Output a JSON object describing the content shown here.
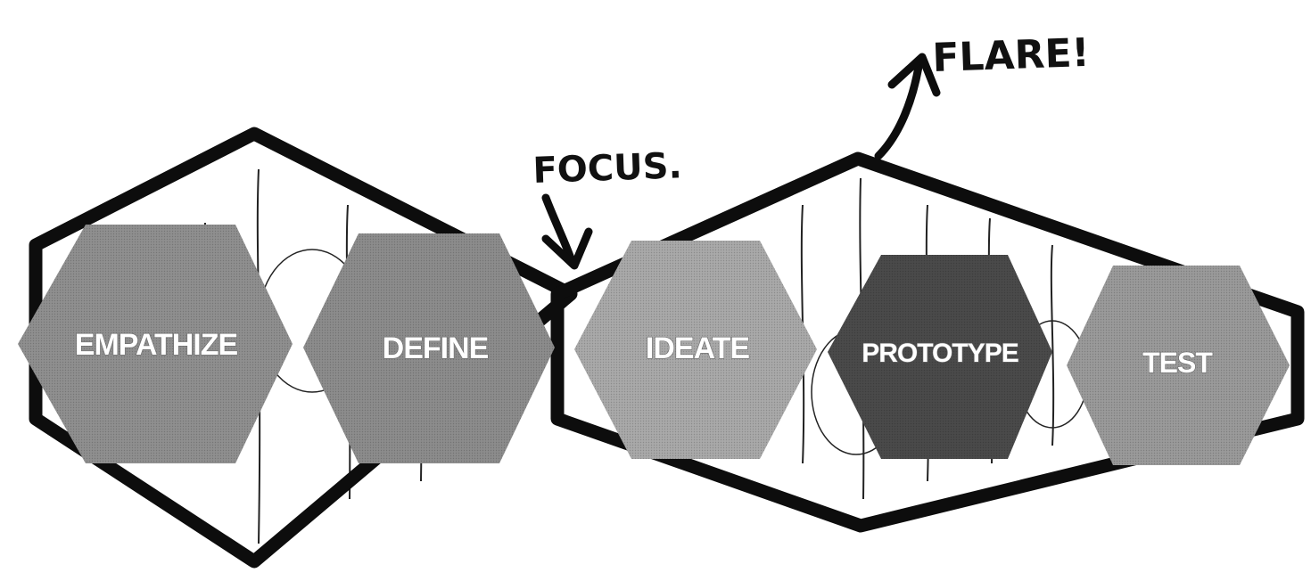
{
  "annotations": {
    "focus": "FOCUS.",
    "flare": "FLARE!"
  },
  "stages": [
    {
      "label": "EMPATHIZE",
      "color": "#8f8f8f"
    },
    {
      "label": "DEFINE",
      "color": "#8c8c8c"
    },
    {
      "label": "IDEATE",
      "color": "#a9a9a9"
    },
    {
      "label": "PROTOTYPE",
      "color": "#4a4a4a"
    },
    {
      "label": "TEST",
      "color": "#9a9a9a"
    }
  ],
  "colors": {
    "outline": "#0d0d0d",
    "background": "#ffffff"
  }
}
